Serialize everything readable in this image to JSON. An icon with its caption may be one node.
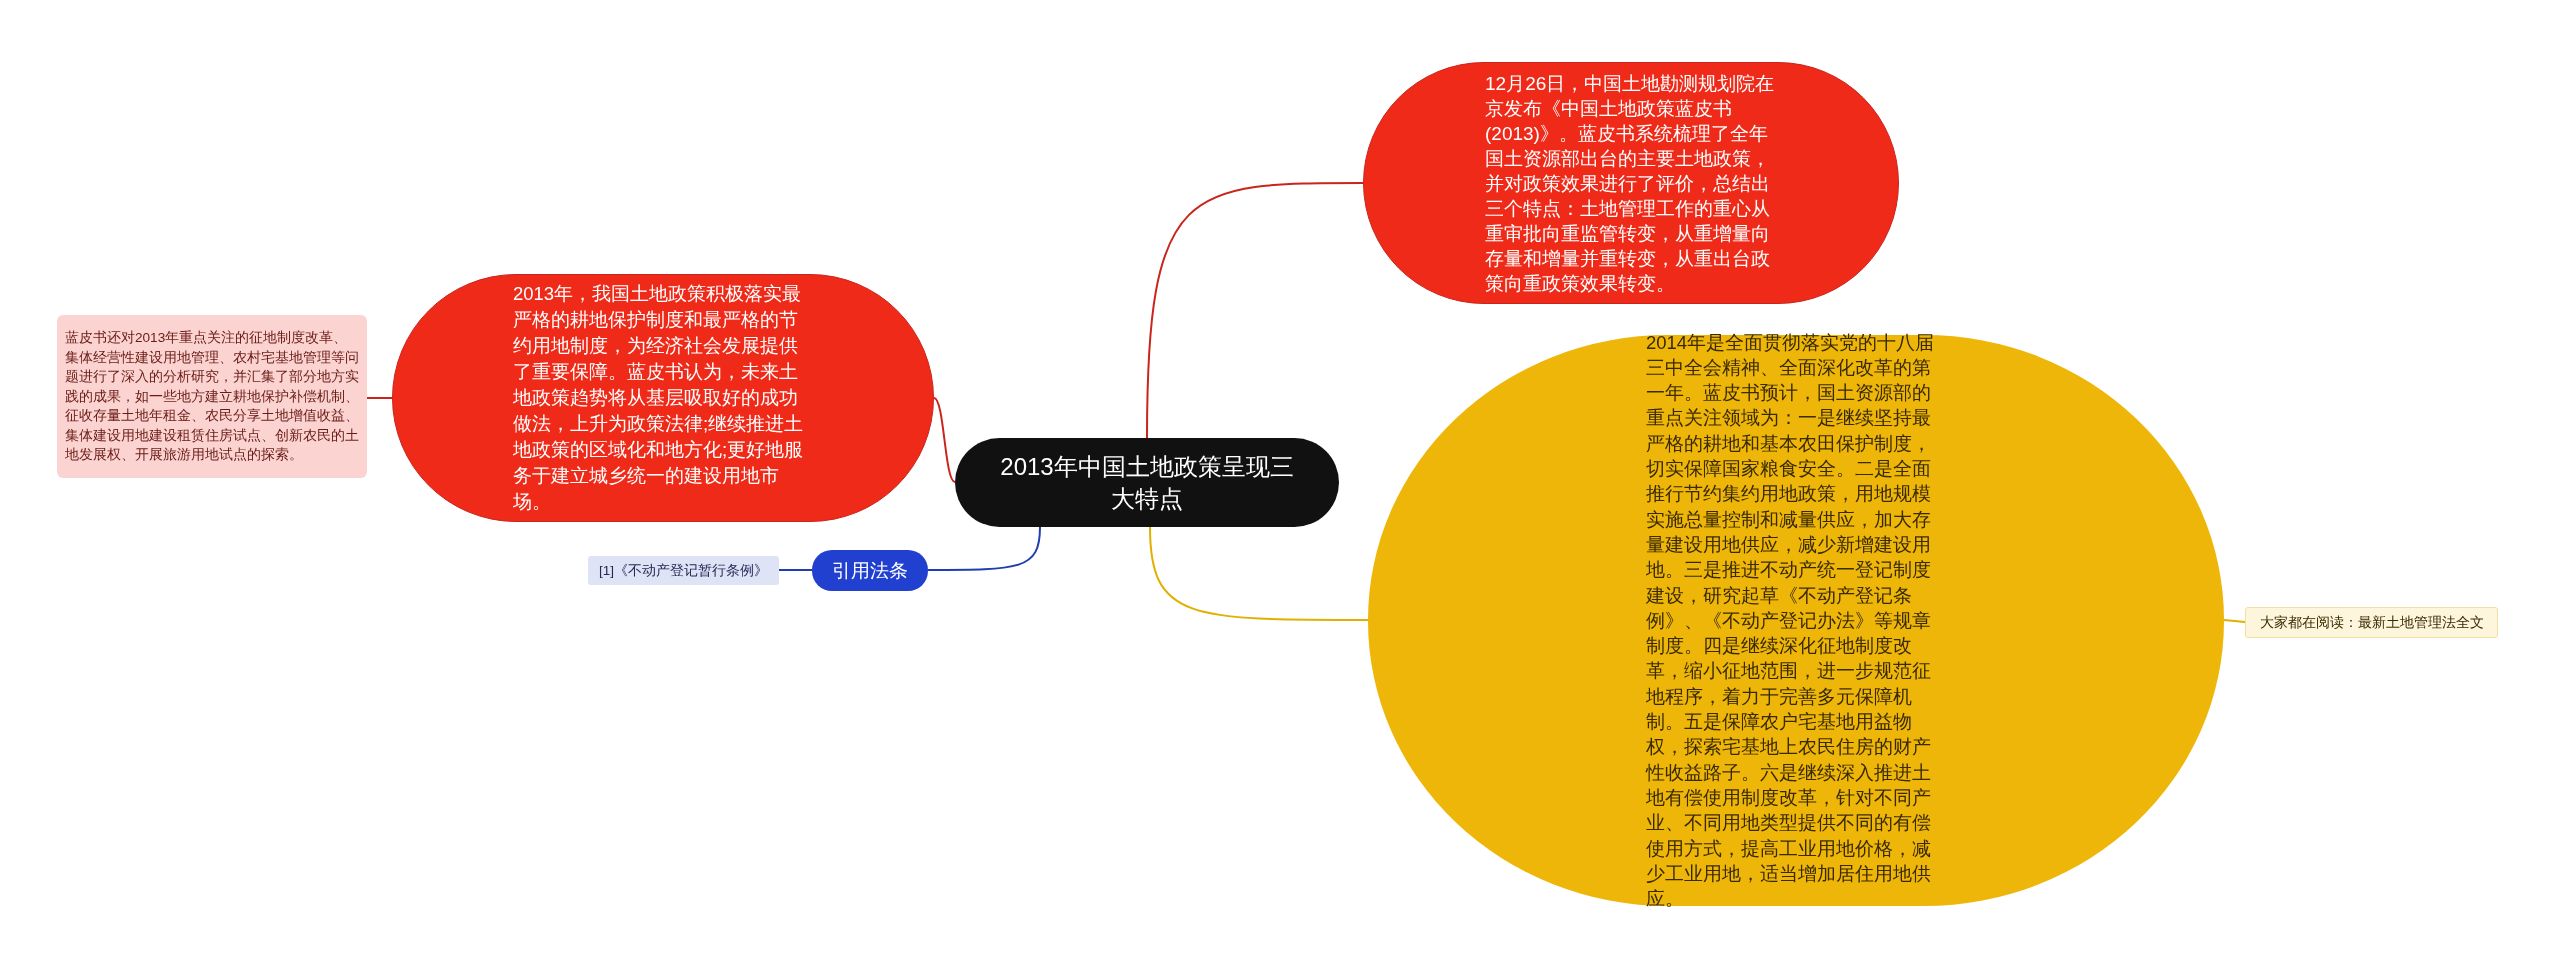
{
  "diagram": {
    "nodes": [
      {
        "text": [
          "2013年中国土地政策呈现三大特点"
        ]
      },
      {
        "text": [
          "2013年，我国土地政策积极落实最严格的耕地保护制度和最严格的节约用地制度，为经济社会发展提供了重要保障。蓝皮书认为，未来土地政策趋势将从基层吸取好的成功做法，上升为政策法律;继续推进土地政策的区域化和地方化;更好地服务于建立城乡统一的建设用地市场。"
        ]
      },
      {
        "text": [
          "蓝皮书还对2013年重点关注的征地制度改革、集体经营性建设用地管理、农村宅基地管理等问题进行了深入的分析研究，并汇集了部分地方实践的成果，如一些地方建立耕地保护补偿机制、征收存量土地年租金、农民分享土地增值收益、集体建设用地建设租赁住房试点、创新农民的土地发展权、开展旅游用地试点的探索。"
        ]
      },
      {
        "text": [
          "12月26日，中国土地勘测规划院在京发布《中国土地政策蓝皮书(2013)》。蓝皮书系统梳理了全年国土资源部出台的主要土地政策，并对政策效果进行了评价，总结出三个特点：土地管理工作的重心从重审批向重监管转变，从重增量向存量和增量并重转变，从重出台政策向重政策效果转变。"
        ]
      },
      {
        "text": [
          "2014年是全面贯彻落实党的十八届三中全会精神、全面深化改革的第一年。蓝皮书预计，国土资源部的重点关注领域为：一是继续坚持最严格的耕地和基本农田保护制度，切实保障国家粮食安全。二是全面推行节约集约用地政策，用地规模实施总量控制和减量供应，加大存量建设用地供应，减少新增建设用地。三是推进不动产统一登记制度建设，研究起草《不动产登记条例》、《不动产登记办法》等规章制度。四是继续深化征地制度改革，缩小征地范围，进一步规范征地程序，着力于完善多元保障机制。五是保障农户宅基地用益物权，探索宅基地上农民住房的财产性收益路子。六是继续深入推进土地有偿使用制度改革，针对不同产业、不同用地类型提供不同的有偿使用方式，提高工业用地价格，减少工业用地，适当增加居住用地供应。"
        ]
      },
      {
        "text": [
          "大家都在阅读：最新土地管理法全文"
        ]
      },
      {
        "text": [
          "引用法条"
        ]
      },
      {
        "text": [
          "[1]《不动产登记暂行条例》"
        ]
      }
    ],
    "edges": [
      {
        "from": 0,
        "to": 1,
        "arrow": "none",
        "color": "#c9251c"
      },
      {
        "from": 1,
        "to": 2,
        "arrow": "none",
        "color": "#c9251c"
      },
      {
        "from": 0,
        "to": 3,
        "arrow": "none",
        "color": "#c9251c"
      },
      {
        "from": 0,
        "to": 4,
        "arrow": "none",
        "color": "#e0b000"
      },
      {
        "from": 4,
        "to": 5,
        "arrow": "none",
        "color": "#e0b000"
      },
      {
        "from": 0,
        "to": 6,
        "arrow": "none",
        "color": "#1f3fb0"
      },
      {
        "from": 6,
        "to": 7,
        "arrow": "none",
        "color": "#1f3fb0"
      }
    ]
  }
}
